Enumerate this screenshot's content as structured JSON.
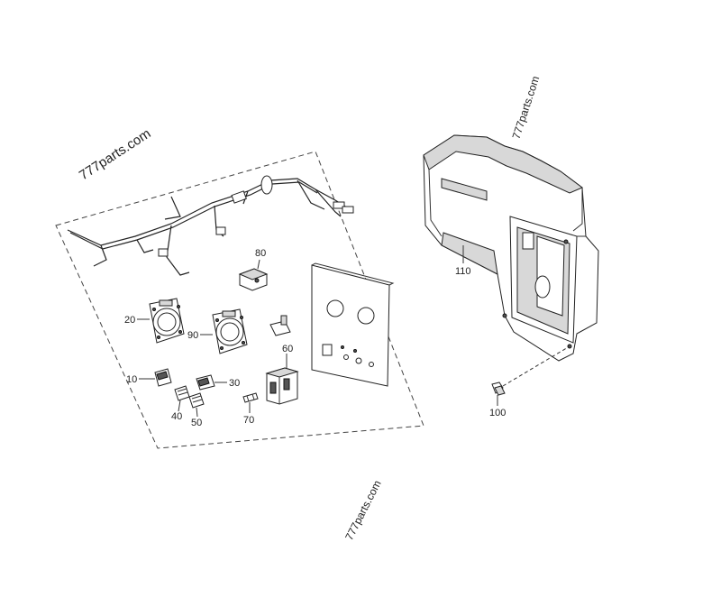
{
  "watermarks": {
    "top_left": "777parts.com",
    "top_right": "777parts.com",
    "bottom_center": "777parts.com"
  },
  "callouts": {
    "c10": "10",
    "c20": "20",
    "c30": "30",
    "c40": "40",
    "c50": "50",
    "c60": "60",
    "c70": "70",
    "c80": "80",
    "c90": "90",
    "c100": "100",
    "c110": "110"
  },
  "colors": {
    "line": "#222222",
    "shade": "#d8d8d8",
    "background": "#ffffff"
  }
}
